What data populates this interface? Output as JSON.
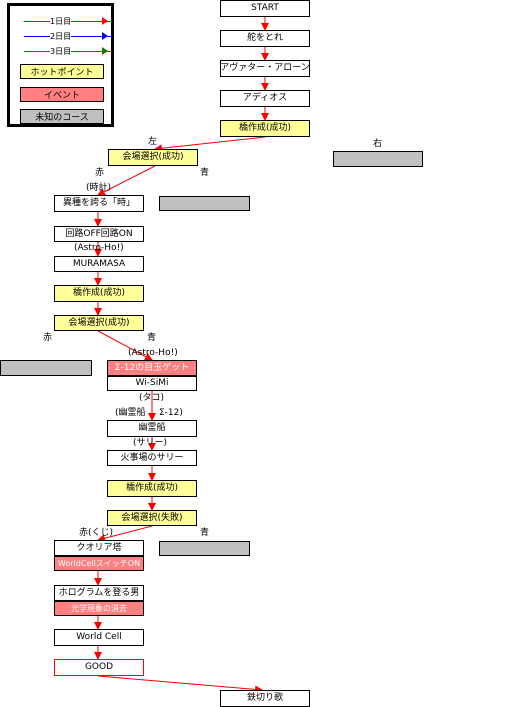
{
  "legend": {
    "rounds": [
      {
        "label": "1日目",
        "color": "#ff0000"
      },
      {
        "label": "2日目",
        "color": "#0000ff"
      },
      {
        "label": "3日目",
        "color": "#008000"
      }
    ],
    "categories": [
      {
        "label": "ホットポイント",
        "color": "#ffff99"
      },
      {
        "label": "イベント",
        "color": "#ff8080"
      },
      {
        "label": "未知のコース",
        "color": "#c0c0c0"
      }
    ]
  },
  "nodes": {
    "start": "START",
    "steer": "舵をとれ",
    "avatar_alone": "アヴァター・アローン",
    "adios": "アディオス",
    "bridge1": "橋作成(成功)",
    "venue1": "会場選択(成功)",
    "unknown_right1": "",
    "time": "異種を誇る「時」",
    "unknown_blue1": "",
    "circuit": "回路OFF回路ON",
    "muramasa": "MURAMASA",
    "bridge2": "橋作成(成功)",
    "venue2": "会場選択(成功)",
    "unknown_red2": "",
    "sigma": "Σ-12の目玉ゲット",
    "wisimi": "Wi-SiMi",
    "ghost_ship": "幽霊船",
    "fire_sally": "火事場のサリー",
    "bridge3": "橋作成(成功)",
    "venue3": "会場選択(失敗)",
    "qualia": "クオリア塔",
    "worldcell_switch": "WorldCellスイッチON",
    "unknown_blue3": "",
    "hologram": "ホログラムを登る男",
    "optical": "光学現象の消去",
    "world_cell": "World Cell",
    "good": "GOOD",
    "tetsukiri": "鉄切り歌"
  },
  "edge_labels": {
    "left1": "左",
    "right1": "右",
    "red1": "赤",
    "blue1": "青",
    "tokei": "(時計)",
    "astro1": "(Astro-Ho!)",
    "red2": "赤",
    "blue2": "青",
    "astro2": "(Astro-Ho!)",
    "tako": "(タコ)",
    "ghost_sigma": "(幽霊船",
    "sigma12": "Σ-12)",
    "sally": "(サリー)",
    "red_kuji": "赤(くじ)",
    "blue3": "青"
  },
  "colors": {
    "route": "#ff0000",
    "hot": "#ffff99",
    "event": "#ff8080",
    "unknown": "#c0c0c0"
  }
}
